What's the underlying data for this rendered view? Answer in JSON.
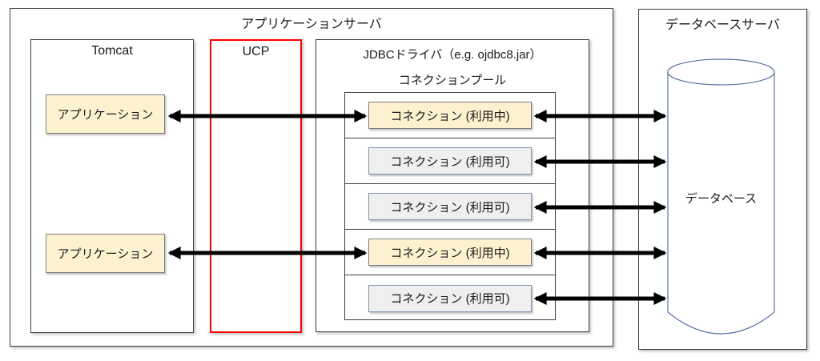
{
  "colors": {
    "page_bg": "#ffffff",
    "frame_border": "#404040",
    "ucp_border": "#ff0000",
    "in_use_fill": "#fdf2cf",
    "in_use_border": "#7f7f7f",
    "available_fill": "#efefef",
    "available_border": "#8496b0",
    "arrow": "#000000",
    "cylinder_stroke": "#5b74a2"
  },
  "app_server": {
    "title": "アプリケーションサーバ",
    "tomcat": {
      "title": "Tomcat",
      "applications": [
        {
          "label": "アプリケーション"
        },
        {
          "label": "アプリケーション"
        }
      ]
    },
    "ucp": {
      "title": "UCP"
    },
    "jdbc": {
      "title": "JDBCドライバ（e.g. ojdbc8.jar）",
      "pool_title": "コネクションプール",
      "connections": [
        {
          "label": "コネクション (利用中)",
          "state": "in_use"
        },
        {
          "label": "コネクション (利用可)",
          "state": "available"
        },
        {
          "label": "コネクション (利用可)",
          "state": "available"
        },
        {
          "label": "コネクション (利用中)",
          "state": "in_use"
        },
        {
          "label": "コネクション (利用可)",
          "state": "available"
        }
      ]
    }
  },
  "db_server": {
    "title": "データベースサーバ",
    "database_label": "データベース"
  }
}
